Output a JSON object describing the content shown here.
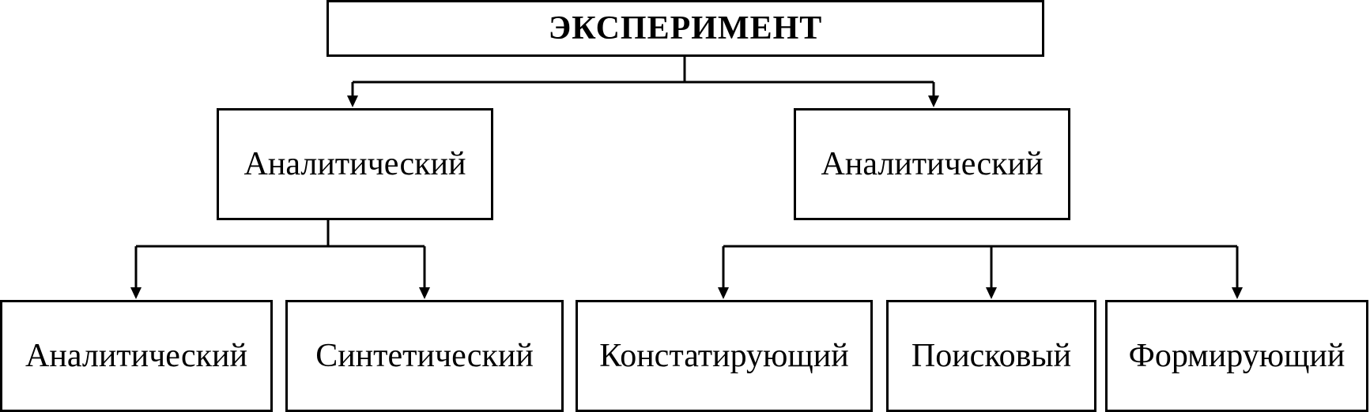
{
  "diagram": {
    "root": "ЭКСПЕРИМЕНТ",
    "level1": [
      "Аналитический",
      "Аналитический"
    ],
    "level2": [
      "Аналитический",
      "Синтетический",
      "Констатирующий",
      "Поисковый",
      "Формирующий"
    ]
  }
}
